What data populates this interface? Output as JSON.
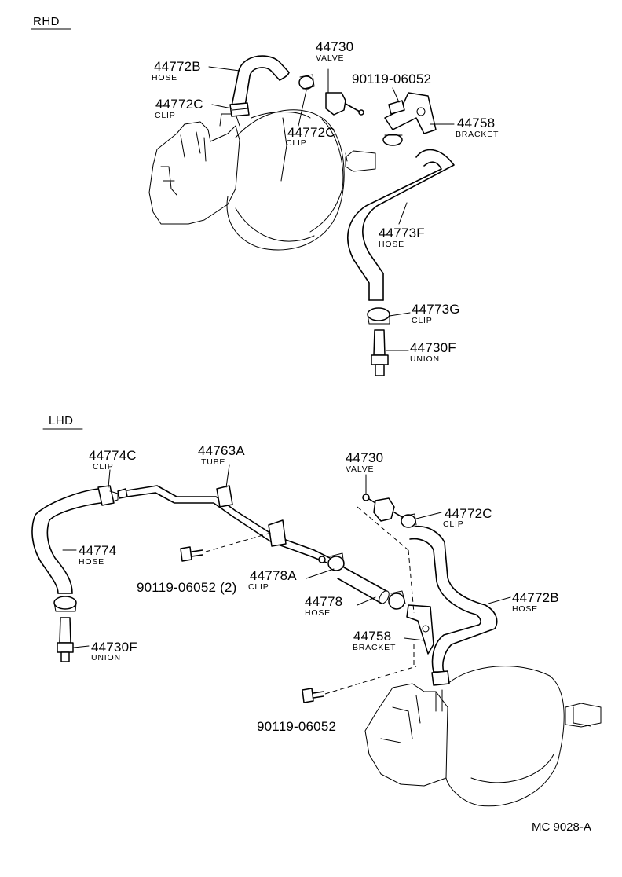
{
  "sections": {
    "rhd": "RHD",
    "lhd": "LHD"
  },
  "rhd_parts": [
    {
      "number": "44772B",
      "name": "HOSE"
    },
    {
      "number": "44772C",
      "name": "CLIP"
    },
    {
      "number": "44730",
      "name": "VALVE"
    },
    {
      "number": "90119-06052",
      "name": ""
    },
    {
      "number": "44772C",
      "name": "CLIP"
    },
    {
      "number": "44758",
      "name": "BRACKET"
    },
    {
      "number": "44773F",
      "name": "HOSE"
    },
    {
      "number": "44773G",
      "name": "CLIP"
    },
    {
      "number": "44730F",
      "name": "UNION"
    }
  ],
  "lhd_parts": [
    {
      "number": "44774C",
      "name": "CLIP"
    },
    {
      "number": "44763A",
      "name": "TUBE"
    },
    {
      "number": "44730",
      "name": "VALVE"
    },
    {
      "number": "44772C",
      "name": "CLIP"
    },
    {
      "number": "44774",
      "name": "HOSE"
    },
    {
      "number": "90119-06052",
      "qty": "(2)"
    },
    {
      "number": "44778A",
      "name": "CLIP"
    },
    {
      "number": "44778",
      "name": "HOSE"
    },
    {
      "number": "44772B",
      "name": "HOSE"
    },
    {
      "number": "44758",
      "name": "BRACKET"
    },
    {
      "number": "44730F",
      "name": "UNION"
    },
    {
      "number": "90119-06052",
      "name": ""
    }
  ],
  "drawing_code": "MC 9028-A"
}
